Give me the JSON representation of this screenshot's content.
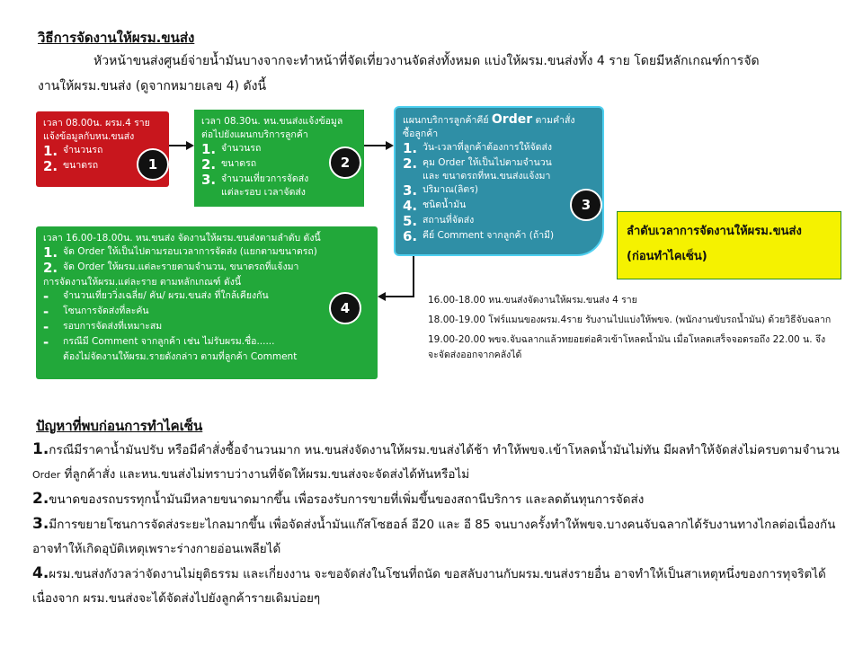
{
  "title": "วิธีการจัดงานให้ผรม.ขนส่ง",
  "intro_line1": "หัวหน้าขนส่งศูนย์จ่ายน้ำมันบางจากจะทำหน้าที่จัดเที่ยวงานจัดส่งทั้งหมด แบ่งให้ผรม.ขนส่งทั้ง 4 ราย โดยมีหลักเกณฑ์การจัด",
  "intro_line2": "งานให้ผรม.ขนส่ง  (ดูจากหมายเลข 4)  ดังนี้",
  "steps": {
    "s1": {
      "badge": "1",
      "text1": "เวลา 08.00น. ผรม.4 ราย",
      "text2": "แจ้งข้อมูลกับหน.ขนส่ง",
      "items": [
        {
          "num": "1.",
          "text": "จำนวนรถ"
        },
        {
          "num": "2.",
          "text": "ขนาดรถ"
        }
      ]
    },
    "s2": {
      "badge": "2",
      "text1": "เวลา 08.30น. หน.ขนส่งแจ้งข้อมูล",
      "text2": "ต่อไปยังแผนกบริการลูกค้า",
      "items": [
        {
          "num": "1.",
          "text": "จำนวนรถ"
        },
        {
          "num": "2.",
          "text": "ขนาดรถ"
        },
        {
          "num": "3.",
          "text": "จำนวนเที่ยวการจัดส่งแต่ละรอบ เวลาจัดส่ง"
        }
      ]
    },
    "s3": {
      "badge": "3",
      "text1a": "แผนกบริการลูกค้าคีย์ ",
      "text1b": "Order",
      "text1c": " ตามคำสั่ง",
      "text2": "ซื้อลูกค้า",
      "items": [
        {
          "num": "1.",
          "text": "วัน-เวลาที่ลูกค้าต้องการให้จัดส่ง"
        },
        {
          "num": "2.",
          "text": "คุม Order ให้เป็นไปตามจำนวนและ ขนาดรถที่หน.ขนส่งแจ้งมา"
        },
        {
          "num": "3.",
          "text": "ปริมาณ(ลิตร)"
        },
        {
          "num": "4.",
          "text": "ชนิดน้ำมัน"
        },
        {
          "num": "5.",
          "text": "สถานที่จัดส่ง"
        },
        {
          "num": "6.",
          "text": "คีย์ Comment จากลูกค้า (ถ้ามี)"
        }
      ]
    },
    "s4": {
      "badge": "4",
      "text1": "เวลา 16.00-18.00น. หน.ขนส่ง จัดงานให้ผรม.ขนส่งตามลำดับ  ดังนี้",
      "items": [
        {
          "num": "1.",
          "text": "จัด Order ให้เป็นไปตามรอบเวลาการจัดส่ง (แยกตามขนาดรถ)"
        },
        {
          "num": "2.",
          "text": "จัด Order ให้ผรม.แต่ละรายตามจำนวน, ขนาดรถที่แจ้งมา"
        }
      ],
      "subhead": "การจัดงานให้ผรม.แต่ละราย ตามหลักเกณฑ์ ดังนี้",
      "bullets": [
        {
          "num": "-",
          "text": "จำนวนเที่ยววิ่งเฉลี่ย/ คัน/ ผรม.ขนส่ง ที่ใกล้เคียงกัน"
        },
        {
          "num": "-",
          "text": "โซนการจัดส่งที่ละคัน"
        },
        {
          "num": "-",
          "text": "รอบการจัดส่งที่เหมาะสม"
        },
        {
          "num": "-",
          "text": "กรณีมี Comment จากลูกค้า เช่น ไม่รับผรม.ชื่อ......"
        }
      ],
      "last_line": "ต้องไม่จัดงานให้ผรม.รายดังกล่าว ตามที่ลูกค้า Comment"
    }
  },
  "yellow_box": {
    "line1": "ลำดับเวลาการจัดงานให้ผรม.ขนส่ง",
    "line2": "(ก่อนทำไคเซ็น)"
  },
  "schedule": [
    "16.00-18.00  หน.ขนส่งจัดงานให้ผรม.ขนส่ง 4  ราย",
    "18.00-19.00  โฟร์แมนของผรม.4ราย รับงานไปแบ่งให้พขจ. (พนักงานขับรถน้ำมัน) ด้วยวิธีจับฉลาก",
    "19.00-20.00  พขจ.จับฉลากแล้วทยอยต่อคิวเข้าโหลดน้ำมัน  เมื่อโหลดเสร็จจอดรอถึง 22.00 น. จึงจะจัดส่งออกจากคลังได้"
  ],
  "problems_title": "ปัญหาที่พบก่อนการทำไคเซ็น",
  "problems": {
    "p1_num": "1.",
    "p1_line1": "กรณีมีราคาน้ำมันปรับ หรือมีคำสั่งซื้อจำนวนมาก หน.ขนส่งจัดงานให้ผรม.ขนส่งได้ช้า ทำให้พขจ.เข้าโหลดน้ำมันไม่ทัน มีผลทำให้จัดส่งไม่ครบตามจำนวน",
    "p1_line2a": "Order",
    "p1_line2b": " ที่ลูกค้าสั่ง  และหน.ขนส่งไม่ทราบว่างานที่จัดให้ผรม.ขนส่งจะจัดส่งได้ทันหรือไม่",
    "p2_num": "2.",
    "p2_line1": "ขนาดของรถบรรทุกน้ำมันมีหลายขนาดมากขึ้น  เพื่อรองรับการขายที่เพิ่มขึ้นของสถานีบริการ และลดต้นทุนการจัดส่ง",
    "p3_num": "3.",
    "p3_line1": "มีการขยายโซนการจัดส่งระยะไกลมากขึ้น เพื่อจัดส่งน้ำมันแก๊สโซฮอล์ อี20 และ อี 85 จนบางครั้งทำให้พขจ.บางคนจับฉลากได้รับงานทางไกลต่อเนื่องกัน",
    "p3_line2": "อาจทำให้เกิดอุบัติเหตุเพราะร่างกายอ่อนเพลียได้",
    "p4_num": "4.",
    "p4_line1": "ผรม.ขนส่งกังวลว่าจัดงานไม่ยุติธรรม และเกี่ยงงาน จะขอจัดส่งในโซนที่ถนัด ขอสลับงานกับผรม.ขนส่งรายอื่น อาจทำให้เป็นสาเหตุหนึ่งของการทุจริตได้",
    "p4_line2": "เนื่องจาก ผรม.ขนส่งจะได้จัดส่งไปยังลูกค้ารายเดิมบ่อยๆ"
  },
  "colors": {
    "red": "#c8161d",
    "green": "#22a83a",
    "teal": "#2f8fa6",
    "yellow": "#f5f200"
  }
}
